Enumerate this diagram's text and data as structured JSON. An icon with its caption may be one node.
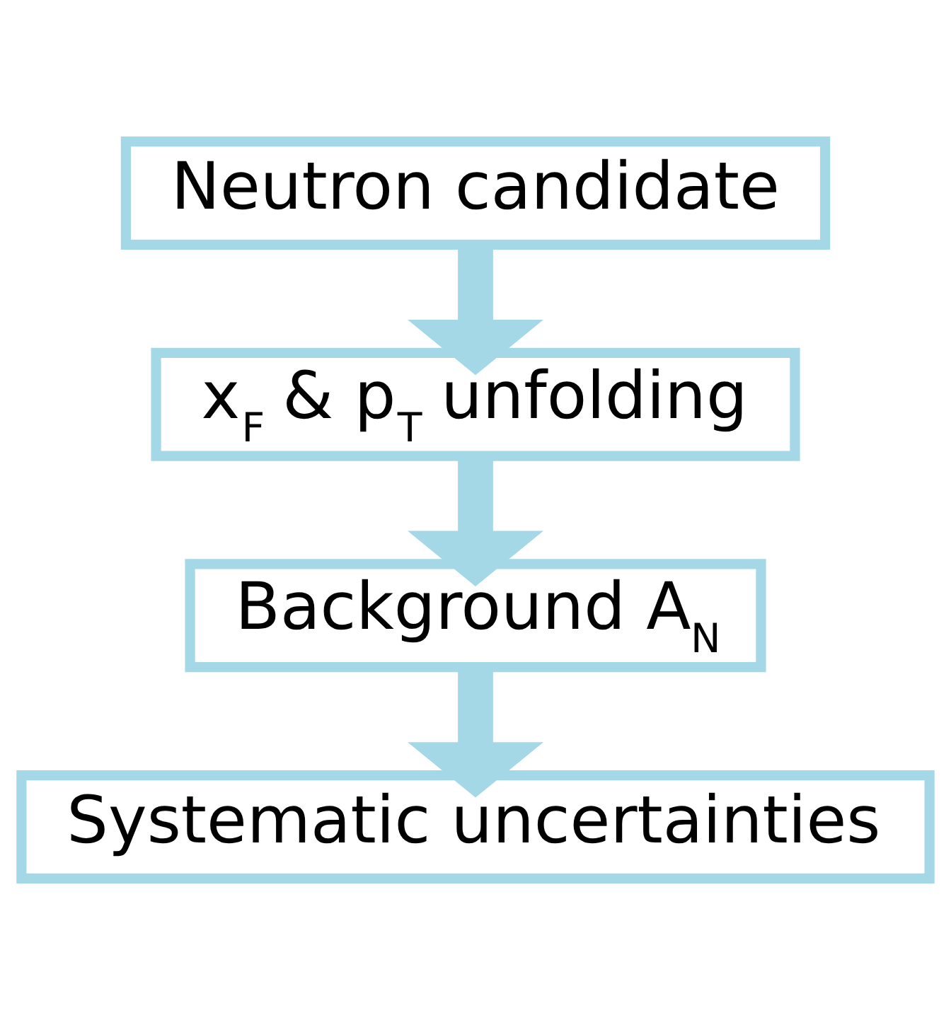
{
  "diagram": {
    "nodes": [
      {
        "text": [
          "Neutron candidate"
        ]
      },
      {
        "text": [
          "x$_{F}$ & p$_{T}$ unfolding"
        ]
      },
      {
        "text": [
          "Background A$_{N}$"
        ]
      },
      {
        "text": [
          "Systematic uncertainties"
        ]
      }
    ],
    "edges": [
      {
        "from": 0,
        "to": 1,
        "arrow": "to"
      },
      {
        "from": 1,
        "to": 2,
        "arrow": "to"
      },
      {
        "from": 2,
        "to": 3,
        "arrow": "to"
      }
    ]
  }
}
